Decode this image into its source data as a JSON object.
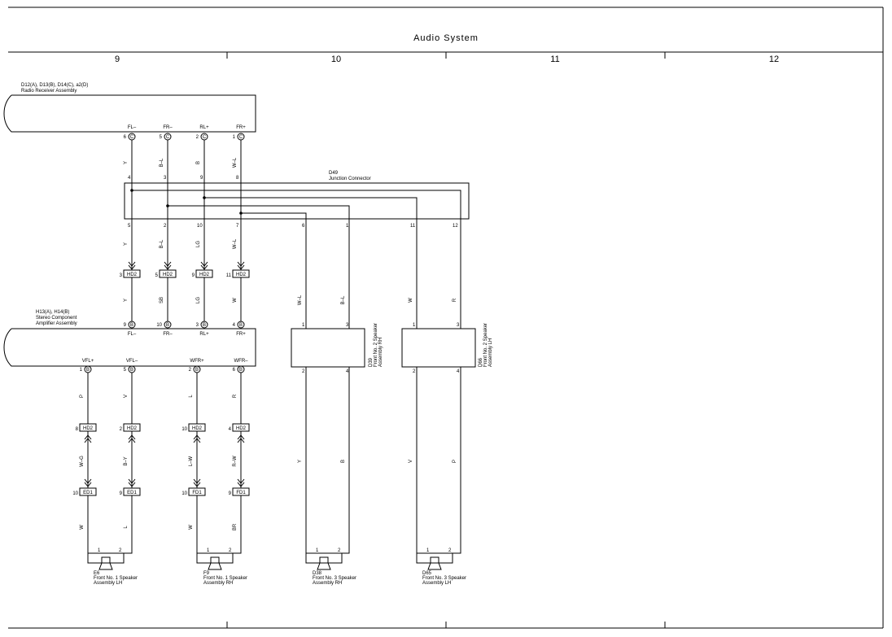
{
  "title": "Audio System",
  "columns": [
    "9",
    "10",
    "11",
    "12"
  ],
  "radio": {
    "id": "D12(A), D13(B), D14(C), a2(D)",
    "name": "Radio Receiver Assembly",
    "terms": [
      {
        "sig": "FL–",
        "pin": "6",
        "conn": "C",
        "wire": "Y"
      },
      {
        "sig": "FR–",
        "pin": "5",
        "conn": "C",
        "wire": "B–L"
      },
      {
        "sig": "RL+",
        "pin": "2",
        "conn": "C",
        "wire": "B"
      },
      {
        "sig": "FR+",
        "pin": "1",
        "conn": "C",
        "wire": "W–L"
      }
    ]
  },
  "junction": {
    "id": "D49",
    "name": "Junction Connector",
    "top_pins": [
      "4",
      "3",
      "9",
      "8"
    ],
    "bottom_pins": [
      "5",
      "2",
      "10",
      "7",
      "6",
      "1",
      "11",
      "12"
    ]
  },
  "mid_wires": [
    "Y",
    "B–L",
    "LG",
    "W–L"
  ],
  "hd2_top": [
    {
      "pin": "3",
      "conn": "HD2"
    },
    {
      "pin": "5",
      "conn": "HD2"
    },
    {
      "pin": "9",
      "conn": "HD2"
    },
    {
      "pin": "11",
      "conn": "HD2"
    }
  ],
  "amp_in_wires": [
    "Y",
    "SB",
    "LG",
    "W"
  ],
  "amp": {
    "id": "H13(A), H14(B)",
    "name1": "Stereo Component",
    "name2": "Amplifier Assembly",
    "in_terms": [
      {
        "sig": "FL–",
        "pin": "9",
        "conn": "B"
      },
      {
        "sig": "FR–",
        "pin": "10",
        "conn": "B"
      },
      {
        "sig": "RL+",
        "pin": "3",
        "conn": "B"
      },
      {
        "sig": "FR+",
        "pin": "4",
        "conn": "B"
      }
    ],
    "out_terms": [
      {
        "sig": "VFL+",
        "pin": "1",
        "conn": "B"
      },
      {
        "sig": "VFL–",
        "pin": "5",
        "conn": "B"
      },
      {
        "sig": "WFR+",
        "pin": "2",
        "conn": "B"
      },
      {
        "sig": "WFR–",
        "pin": "6",
        "conn": "B"
      }
    ]
  },
  "out_wires1": [
    "P",
    "V",
    "L",
    "R"
  ],
  "hd2_bottom": [
    {
      "pin": "8",
      "conn": "HD2"
    },
    {
      "pin": "2",
      "conn": "HD2"
    },
    {
      "pin": "10",
      "conn": "HD2"
    },
    {
      "pin": "4",
      "conn": "HD2"
    }
  ],
  "out_wires2": [
    "W–G",
    "B–Y",
    "L–W",
    "R–W"
  ],
  "ed1": [
    {
      "pin": "10",
      "conn": "ED1"
    },
    {
      "pin": "9",
      "conn": "ED1"
    },
    {
      "pin": "10",
      "conn": "FD1"
    },
    {
      "pin": "9",
      "conn": "FD1"
    }
  ],
  "out_wires3": [
    "W",
    "L",
    "W",
    "BR"
  ],
  "d39": {
    "id": "D39",
    "line1": "Front No. 2 Speaker",
    "line2": "Assembly RH",
    "in_wires": [
      "W–L",
      "B–L"
    ],
    "top_pins": [
      "1",
      "3"
    ],
    "bot_pins": [
      "2",
      "4"
    ],
    "out_wires": [
      "Y",
      "B"
    ]
  },
  "d66": {
    "id": "D66",
    "line1": "Front No. 2 Speaker",
    "line2": "Assembly LH",
    "in_wires": [
      "W",
      "R"
    ],
    "top_pins": [
      "1",
      "3"
    ],
    "bot_pins": [
      "2",
      "4"
    ],
    "out_wires": [
      "V",
      "P"
    ]
  },
  "speakers": [
    {
      "id": "E6",
      "line1": "Front No. 1 Speaker",
      "line2": "Assembly LH",
      "p1": "1",
      "p2": "2"
    },
    {
      "id": "F9",
      "line1": "Front No. 1 Speaker",
      "line2": "Assembly RH",
      "p1": "1",
      "p2": "2"
    },
    {
      "id": "D38",
      "line1": "Front No. 3 Speaker",
      "line2": "Assembly RH",
      "p1": "1",
      "p2": "2"
    },
    {
      "id": "D65",
      "line1": "Front No. 3 Speaker",
      "line2": "Assembly LH",
      "p1": "1",
      "p2": "2"
    }
  ]
}
